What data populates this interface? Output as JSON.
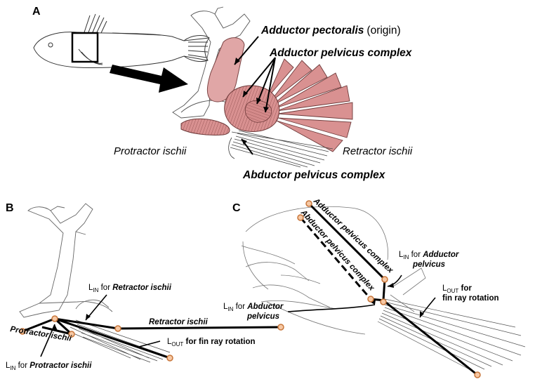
{
  "panels": {
    "a": "A",
    "b": "B",
    "c": "C"
  },
  "panel_a": {
    "adductor_pectoralis": "Adductor pectoralis",
    "origin": "(origin)",
    "adductor_pelvicus_complex": "Adductor pelvicus complex",
    "protractor_ischii": "Protractor ischii",
    "retractor_ischii": "Retractor ischii",
    "abductor_pelvicus_complex": "Abductor pelvicus complex"
  },
  "panel_b": {
    "lin_retractor_prefix": "L",
    "lin_retractor_sub": "IN",
    "lin_retractor_for": " for ",
    "lin_retractor_name": "Retractor ischii",
    "retractor_ischii": "Retractor ischii",
    "protractor_ischii": "Protractor ischii",
    "lout_prefix": "L",
    "lout_sub": "OUT",
    "lout_rest": " for fin ray rotation",
    "lin_protractor_prefix": "L",
    "lin_protractor_sub": "IN",
    "lin_protractor_for": " for ",
    "lin_protractor_name": "Protractor ischii"
  },
  "panel_c": {
    "adductor_pelvicus_complex": "Adductor pelvicus complex",
    "abductor_pelvicus_complex": "Abductor pelvicus complex",
    "lin_adductor_prefix": "L",
    "lin_adductor_sub": "IN",
    "lin_adductor_for": " for ",
    "lin_adductor_name1": "Adductor",
    "lin_adductor_name2": "pelvicus",
    "lin_abductor_prefix": "L",
    "lin_abductor_sub": "IN",
    "lin_abductor_for": " for ",
    "lin_abductor_name1": "Abductor",
    "lin_abductor_name2": "pelvicus",
    "lout_prefix": "L",
    "lout_sub": "OUT",
    "lout_for": " for",
    "lout_line2": "fin ray rotation"
  },
  "colors": {
    "muscle_fill": "#d99191",
    "muscle_stroke": "#6e3a3a",
    "joint_fill": "#f6c8a4",
    "joint_stroke": "#c8763a",
    "bone_stroke": "#555555"
  }
}
